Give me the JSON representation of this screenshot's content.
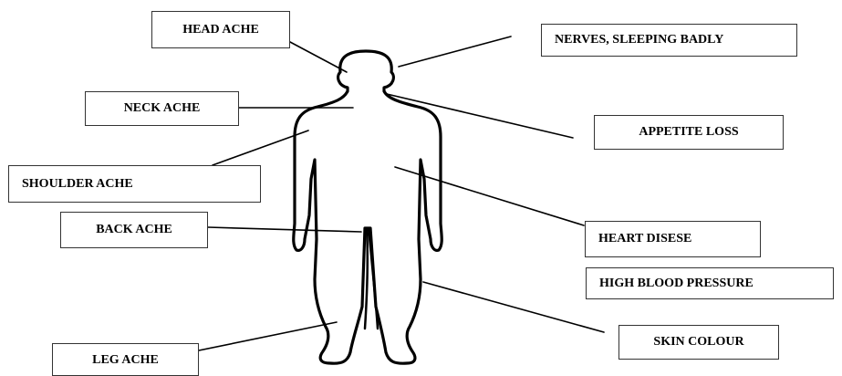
{
  "labels": {
    "head_ache": "HEAD ACHE",
    "nerves": "NERVES, SLEEPING BADLY",
    "neck_ache": "NECK ACHE",
    "appetite_loss": "APPETITE LOSS",
    "shoulder_ache": "SHOULDER ACHE",
    "back_ache": "BACK ACHE",
    "heart_disease": "HEART DISESE",
    "high_blood_pressure": "HIGH BLOOD PRESSURE",
    "skin_colour": "SKIN COLOUR",
    "leg_ache": "LEG ACHE"
  }
}
